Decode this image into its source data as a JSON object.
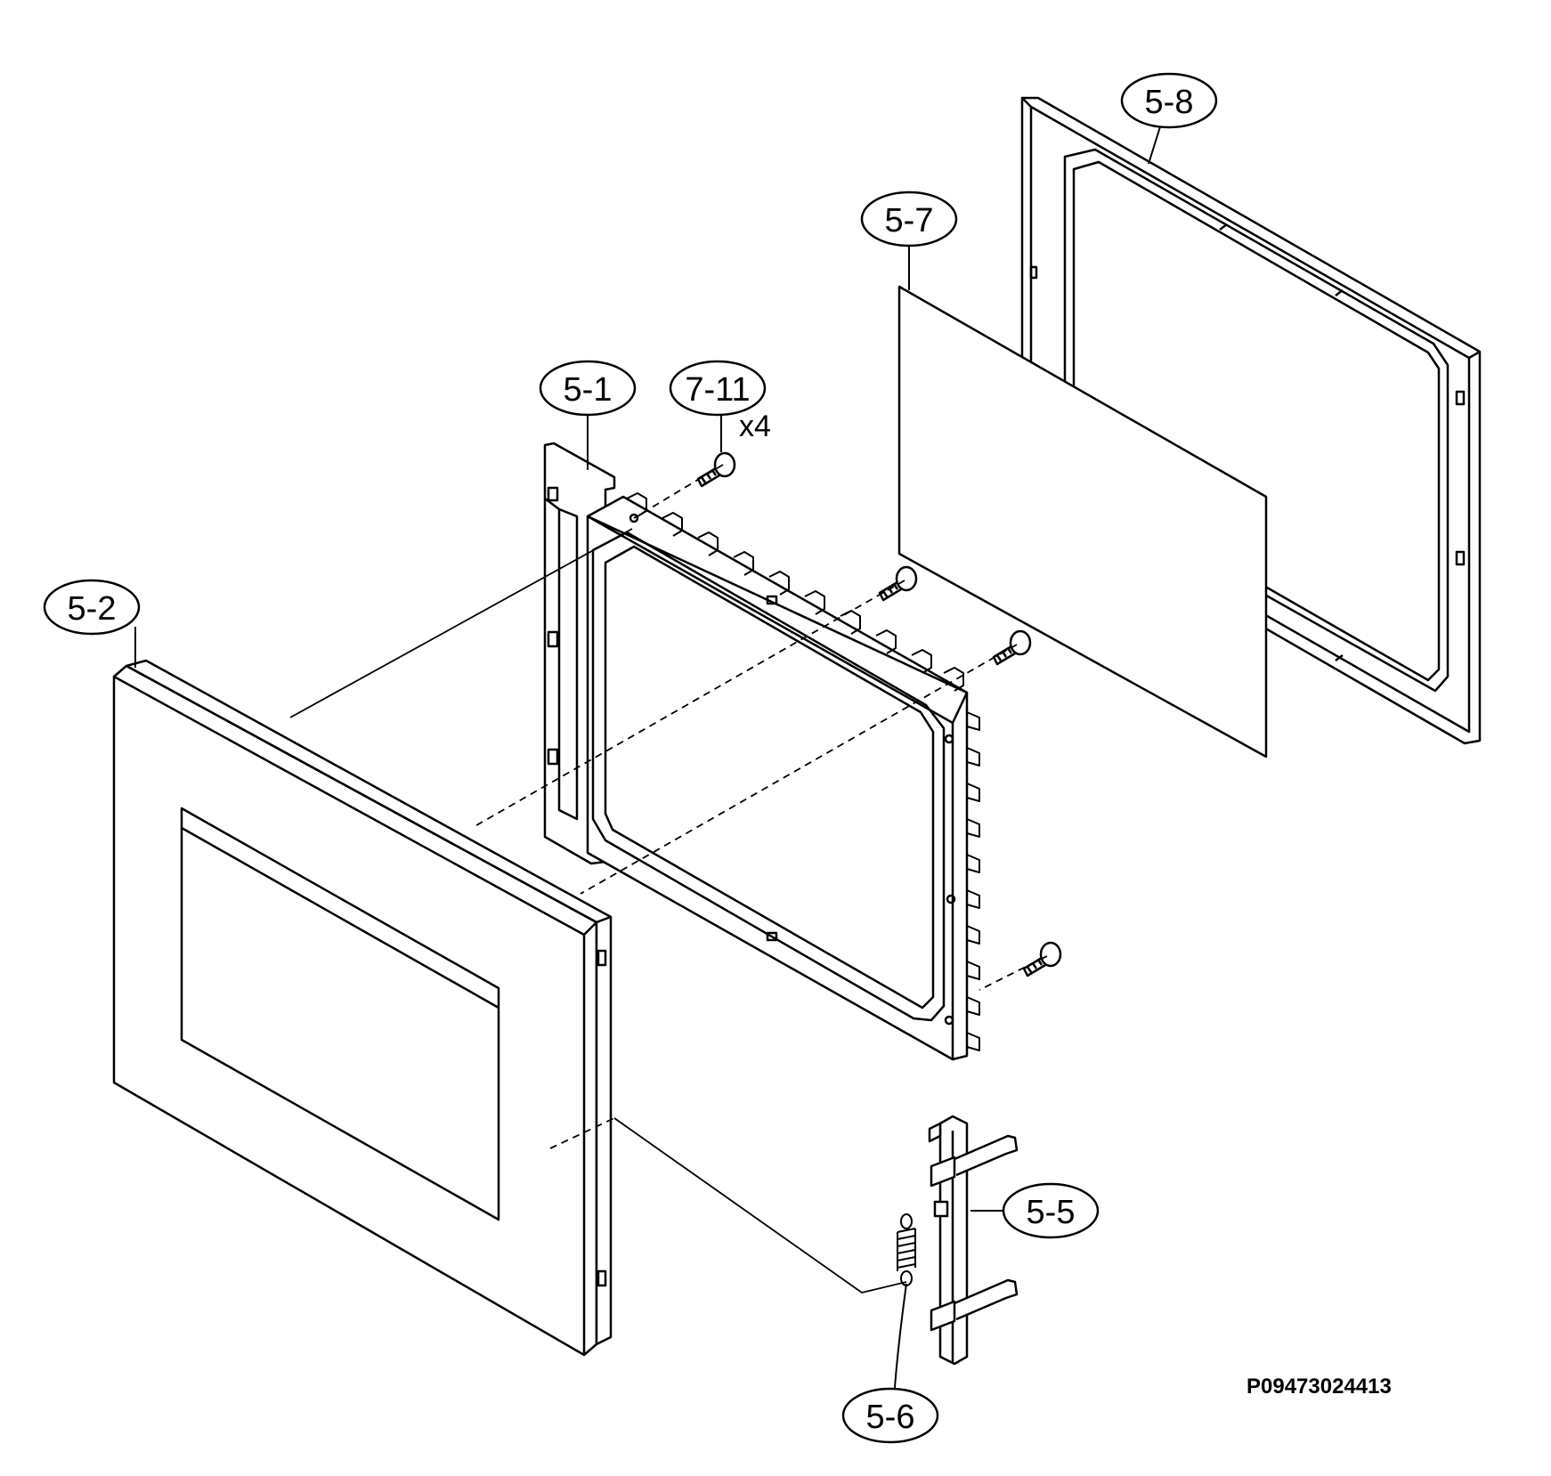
{
  "callouts": {
    "c_5_1": "5-1",
    "c_5_2": "5-2",
    "c_5_5": "5-5",
    "c_5_6": "5-6",
    "c_5_7": "5-7",
    "c_5_8": "5-8",
    "c_7_11": "7-11"
  },
  "screw_quantity": "x4",
  "drawing_number": "P09473024413"
}
